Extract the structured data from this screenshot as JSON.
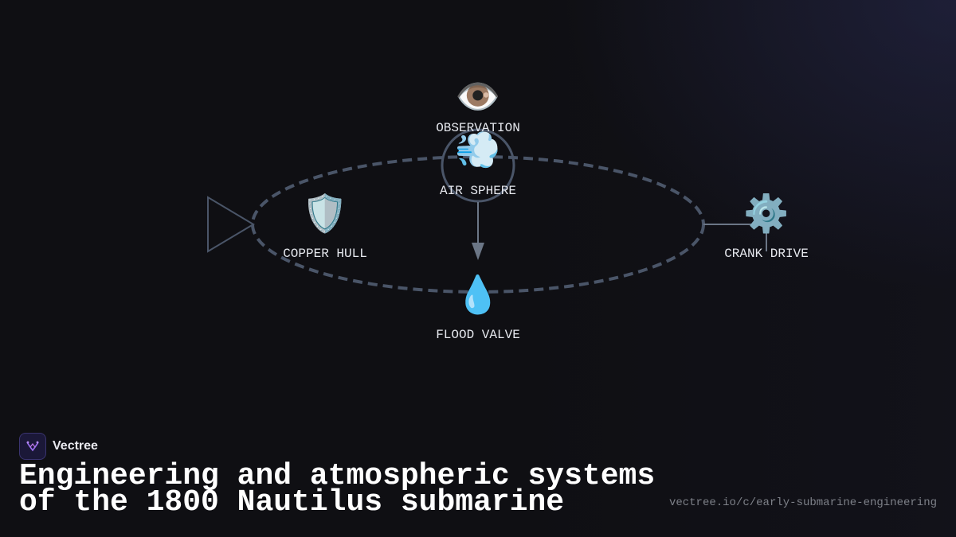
{
  "diagram": {
    "nodes": [
      {
        "id": "observation",
        "label": "OBSERVATION",
        "icon": "eye-icon",
        "glyph": "👁️"
      },
      {
        "id": "air-sphere",
        "label": "AIR SPHERE",
        "icon": "wind-icon",
        "glyph": "💨"
      },
      {
        "id": "copper-hull",
        "label": "COPPER HULL",
        "icon": "shield-icon",
        "glyph": "🛡️"
      },
      {
        "id": "crank-drive",
        "label": "CRANK DRIVE",
        "icon": "gear-icon",
        "glyph": "⚙️"
      },
      {
        "id": "flood-valve",
        "label": "FLOOD VALVE",
        "icon": "droplet-icon",
        "glyph": "💧"
      }
    ],
    "colors": {
      "hull_stroke": "#4a5568",
      "connector": "#6b7686",
      "label": "#e6e8ee"
    }
  },
  "brand": {
    "name": "Vectree",
    "logo_icon": "vectree-logo-icon"
  },
  "title": {
    "line1": "Engineering and atmospheric systems",
    "line2": "of the 1800 Nautilus submarine"
  },
  "footer": {
    "url": "vectree.io/c/early-submarine-engineering"
  }
}
